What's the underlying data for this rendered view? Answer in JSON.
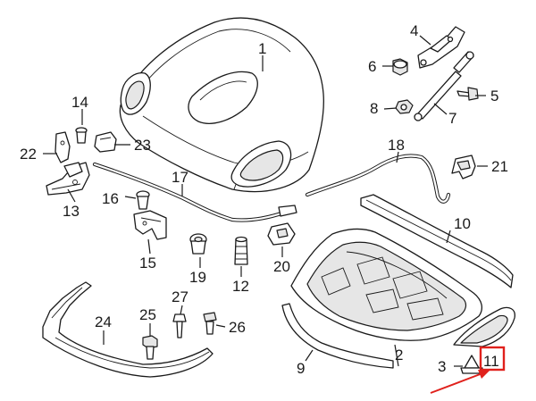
{
  "callouts": {
    "c1": "1",
    "c2": "2",
    "c3": "3",
    "c4": "4",
    "c5": "5",
    "c6": "6",
    "c7": "7",
    "c8": "8",
    "c9": "9",
    "c10": "10",
    "c11": "11",
    "c12": "12",
    "c13": "13",
    "c14": "14",
    "c15": "15",
    "c16": "16",
    "c17": "17",
    "c18": "18",
    "c19": "19",
    "c20": "20",
    "c21": "21",
    "c22": "22",
    "c23": "23",
    "c24": "24",
    "c25": "25",
    "c26": "26",
    "c27": "27"
  },
  "highlight": {
    "callout": "11",
    "color": "#e0211c"
  },
  "colors": {
    "line": "#1a1a1a",
    "background": "#ffffff",
    "shade": "#e6e6e6"
  }
}
